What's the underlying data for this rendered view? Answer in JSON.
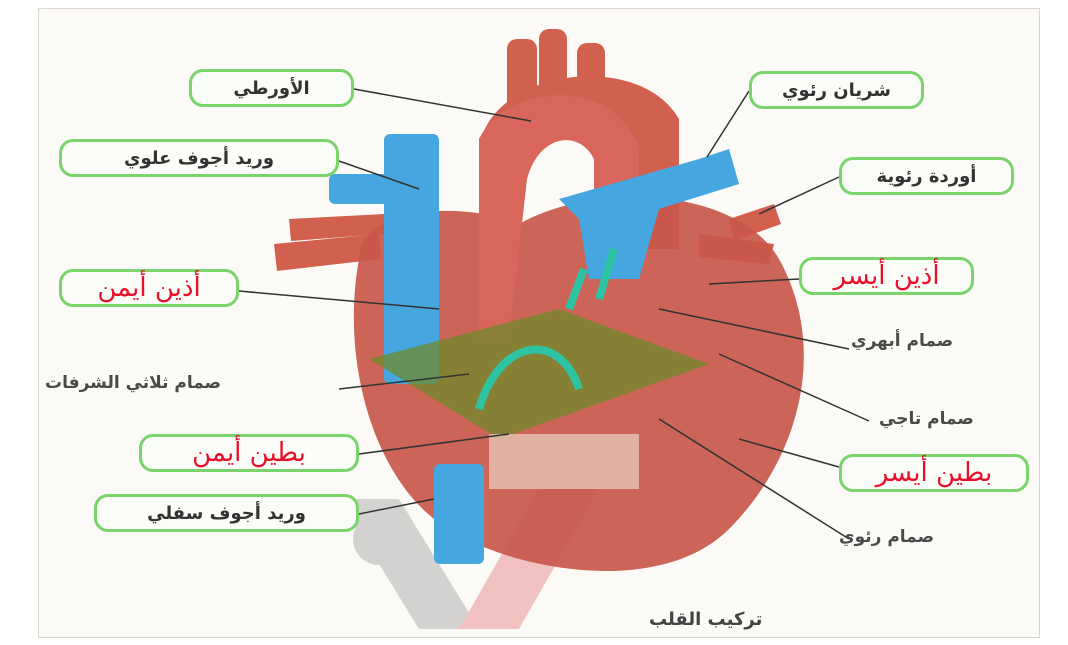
{
  "caption": "تركيب القلب",
  "labels": {
    "aorta": "الأورطي",
    "pulmonary_artery": "شريان رئوي",
    "superior_vena_cava": "وريد أجوف علوي",
    "pulmonary_veins": "أوردة رئوية",
    "right_atrium": "أذين أيمن",
    "left_atrium": "أذين أيسر",
    "bicuspid_valve": "صمام أبهري",
    "tricuspid_valve": "صمام ثلاثي الشرفات",
    "coronary_valve": "صمام تاجي",
    "right_ventricle": "بطين أيمن",
    "left_ventricle": "بطين أيسر",
    "inferior_vena_cava": "وريد أجوف سفلي",
    "pulmonary_valve": "صمام رئوي"
  },
  "colors": {
    "label_border": "#7ad36b",
    "handwriting": "#e8102a",
    "heart": "#c8574a",
    "vein": "#45a6e0",
    "valve_plane": "#6f8a2a"
  }
}
